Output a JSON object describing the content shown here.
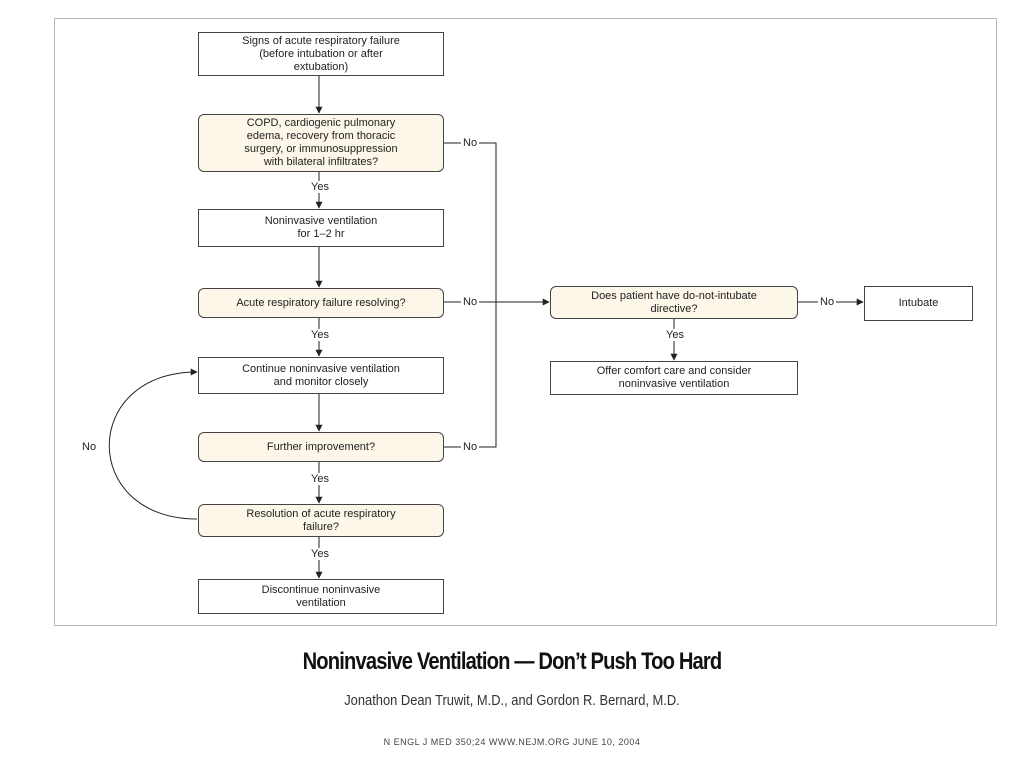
{
  "nodes": {
    "signs": "Signs of acute respiratory failure\n(before intubation or after\nextubation)",
    "copd_q": "COPD, cardiogenic pulmonary\nedema, recovery from thoracic\nsurgery, or immunosuppression\nwith bilateral infiltrates?",
    "niv": "Noninvasive ventilation\nfor 1–2 hr",
    "resolving_q": "Acute respiratory failure resolving?",
    "continue": "Continue noninvasive ventilation\nand monitor closely",
    "improve_q": "Further improvement?",
    "resolution_q": "Resolution of acute respiratory\nfailure?",
    "discontinue": "Discontinue noninvasive\nventilation",
    "dni_q": "Does patient have do-not-intubate\ndirective?",
    "intubate": "Intubate",
    "comfort": "Offer comfort care and consider\nnoninvasive ventilation"
  },
  "edge_labels": {
    "copd_yes": "Yes",
    "copd_no": "No",
    "resolving_yes": "Yes",
    "resolving_no": "No",
    "improve_yes": "Yes",
    "improve_no": "No",
    "resolution_yes": "Yes",
    "resolution_no": "No",
    "dni_yes": "Yes",
    "dni_no": "No"
  },
  "caption": {
    "title": "Noninvasive Ventilation — Don’t Push Too Hard",
    "authors": "Jonathon Dean Truwit, M.D., and Gordon R. Bernard, M.D.",
    "citation": "N ENGL J MED 350;24   WWW.NEJM.ORG   JUNE 10, 2004"
  }
}
